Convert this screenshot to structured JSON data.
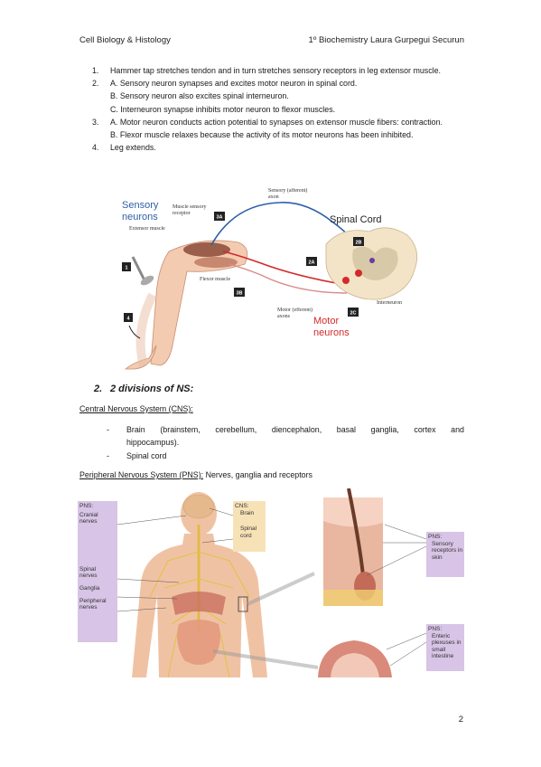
{
  "header": {
    "left": "Cell Biology & Histology",
    "right": "1º Biochemistry Laura Gurpegui Securun"
  },
  "list": [
    {
      "num": "1.",
      "lines": [
        "Hammer tap stretches tendon and in turn stretches sensory receptors in leg extensor muscle."
      ]
    },
    {
      "num": "2.",
      "lines": [
        "A. Sensory neuron synapses and excites motor neuron in spinal cord.",
        "B. Sensory neuron also excites spinal interneuron.",
        "C. Interneuron synapse inhibits motor neuron to flexor muscles."
      ]
    },
    {
      "num": "3.",
      "lines": [
        "A. Motor neuron conducts action potential to synapses on extensor muscle fibers: contraction.",
        "B. Flexor muscle relaxes because the activity of its motor neurons has been inhibited."
      ]
    },
    {
      "num": "4.",
      "lines": [
        "Leg extends."
      ]
    }
  ],
  "figure1": {
    "sensory_neurons": "Sensory\nneurons",
    "spinal_cord": "Spinal Cord",
    "motor_neurons": "Motor\nneurons",
    "muscle_sensory_receptor": "Muscle sensory receptor",
    "extensor_muscle": "Extensor muscle",
    "flexor_muscle": "Flexor muscle",
    "sensory_axon": "Sensory (afferent) axon",
    "motor_axons": "Motor (efferent) axons",
    "interneuron": "Interneuron",
    "tags": [
      "1",
      "2A",
      "2B",
      "2C",
      "3A",
      "3B",
      "4"
    ]
  },
  "section": {
    "number": "2.",
    "title": "2 divisions of NS:"
  },
  "cns": {
    "heading": "Central Nervous System (CNS):",
    "items": [
      "Brain (brainstem, cerebellum, diencephalon, basal ganglia, cortex and",
      "hippocampus).",
      "Spinal cord"
    ]
  },
  "pns": {
    "heading": "Peripheral Nervous System (PNS):",
    "text": " Nerves, ganglia and receptors"
  },
  "figure2": {
    "pns_label": "PNS:",
    "cranial": "Cranial nerves",
    "spinal_nerves": "Spinal nerves",
    "ganglia": "Ganglia",
    "peripheral": "Peripheral nerves",
    "cns_label": "CNS:",
    "brain": "Brain",
    "spinal_cord": "Spinal cord",
    "pns2": "PNS:",
    "sensory_receptors": "Sensory receptors in skin",
    "pns3": "PNS:",
    "enteric": "Enteric plexuses in small intestine"
  },
  "page_number": "2",
  "colors": {
    "sensory": "#2e5fa8",
    "motor": "#d42a2a",
    "pns_box": "#d8c4e6",
    "cns_box": "#f7e2b7"
  }
}
